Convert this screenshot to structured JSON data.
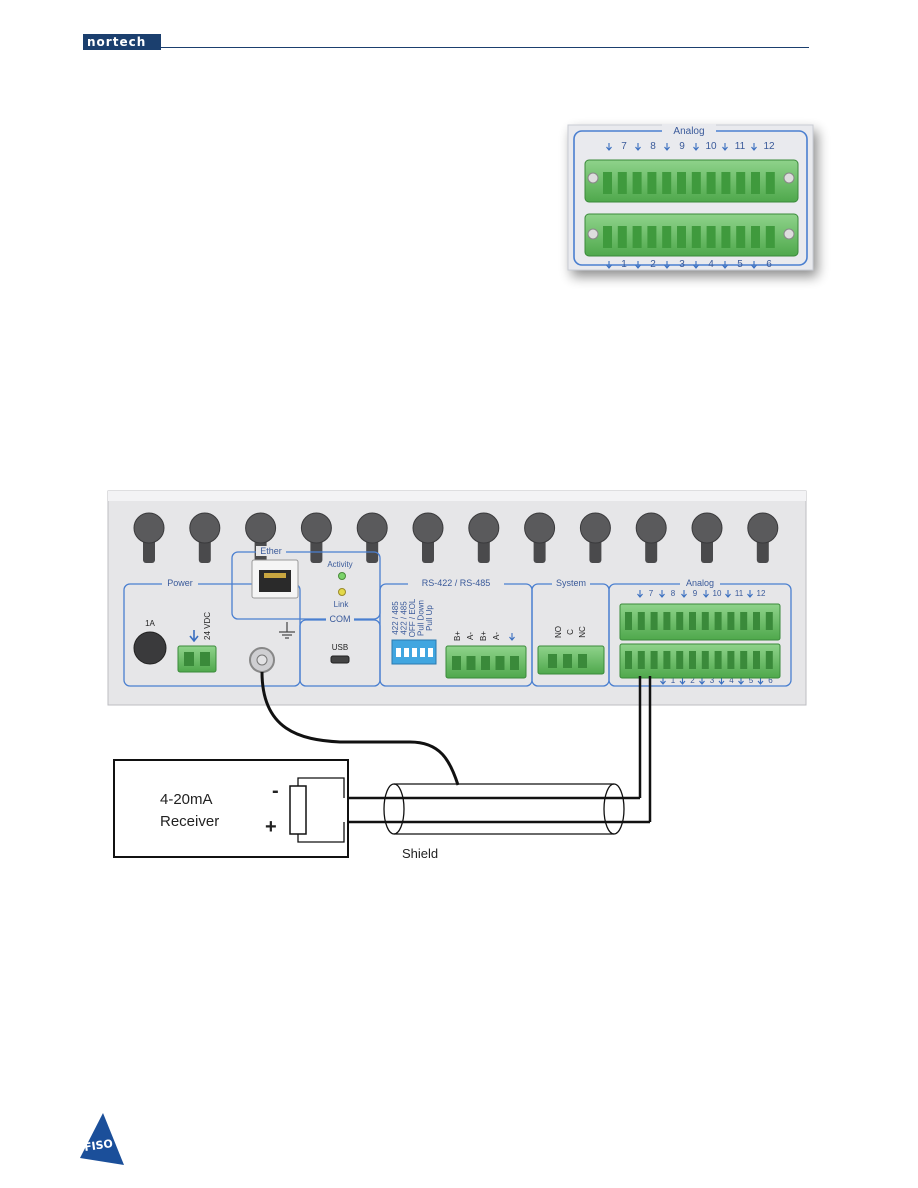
{
  "header": {
    "logo_text": "nortech"
  },
  "footer": {
    "logo_text": "FISO"
  },
  "inset": {
    "title": "Analog",
    "top_labels": [
      "7",
      "8",
      "9",
      "10",
      "11",
      "12"
    ],
    "bottom_labels": [
      "1",
      "2",
      "3",
      "4",
      "5",
      "6"
    ]
  },
  "panel": {
    "sections": {
      "power": "Power",
      "ethernet": "Ether",
      "com": "COM",
      "rs": "RS-422 / RS-485",
      "system": "System",
      "analog": "Analog"
    },
    "fuse": "1A",
    "power_label": "24 VDC",
    "activity": "Activity",
    "link": "Link",
    "usb": "USB",
    "dip_labels": [
      "422 / 485",
      "422 / 485",
      "OFF / EOL",
      "Pull Down",
      "Pull Up"
    ],
    "rs_terminals": [
      "B+",
      "A-",
      "B+",
      "A-"
    ],
    "system_terminals": [
      "NO",
      "C",
      "NC"
    ],
    "analog_top": [
      "7",
      "8",
      "9",
      "10",
      "11",
      "12"
    ],
    "analog_bottom": [
      "1",
      "2",
      "3",
      "4",
      "5",
      "6"
    ]
  },
  "wiring": {
    "receiver_line1": "4-20mA",
    "receiver_line2": "Receiver",
    "minus": "-",
    "plus": "+",
    "shield": "Shield"
  },
  "colors": {
    "brand": "#1b3f6e",
    "terminal_green": "#6cc06a",
    "panel_gray": "#e8e8ea",
    "outline_blue": "#3a6fc0"
  }
}
